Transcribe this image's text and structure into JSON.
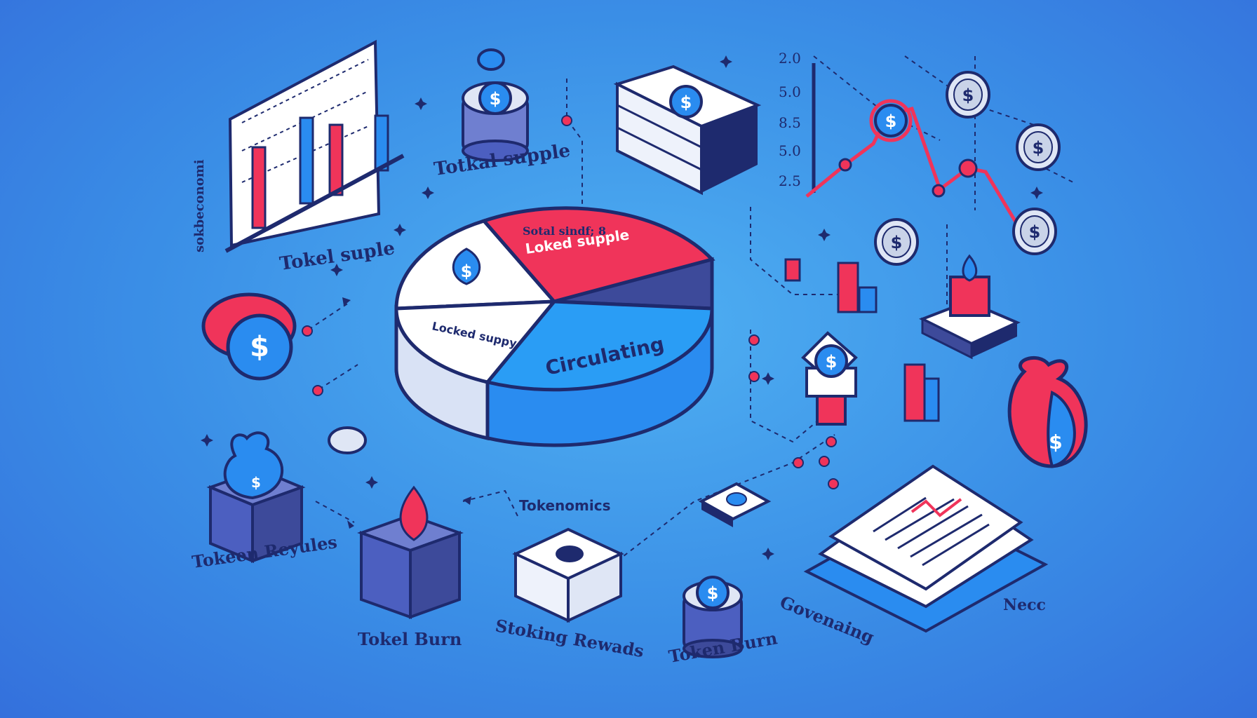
{
  "labels": {
    "chart_side": "sokbeconomi",
    "total_supple": "Totkal supple",
    "tokel_suple": "Tokel suple",
    "pie_top": "Sotal sindf; 8",
    "pie_top2": "Loked supple",
    "pie_left": "Locked suppy",
    "pie_right": "Circulating",
    "tokenomics": "Tokenomics",
    "token_reyles": "Tokeen Reyules",
    "tokel_burn": "Tokel Burn",
    "staking": "Stoking Rewads",
    "token_burn": "Token Burn",
    "governing": "Govenaing",
    "necc": "Necc"
  },
  "axis_ticks": [
    "2.0",
    "5.0",
    "8.5",
    "5.0",
    "2.5"
  ],
  "colors": {
    "background": "#3a8ee6",
    "accent_red": "#f0345a",
    "accent_blue": "#2a8cf0",
    "outline": "#1e2a6e"
  },
  "icons": [
    "coin-icon",
    "money-bag-icon",
    "flame-icon",
    "document-icon",
    "pie-chart-icon",
    "bar-chart-icon",
    "line-chart-icon"
  ]
}
